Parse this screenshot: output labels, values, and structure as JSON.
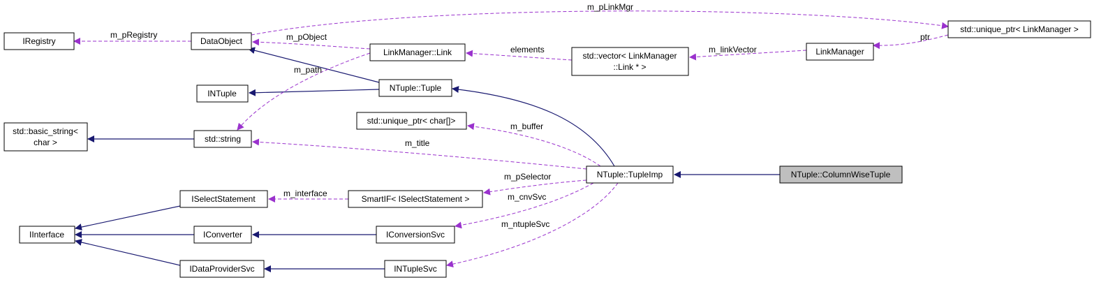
{
  "nodes": {
    "iregistry": "IRegistry",
    "dataobject": "DataObject",
    "linkmanager_link": "LinkManager::Link",
    "vector_link_1": "std::vector< LinkManager",
    "vector_link_2": "::Link * >",
    "linkmanager": "LinkManager",
    "unique_ptr_linkmanager": "std::unique_ptr< LinkManager >",
    "intuple": "INTuple",
    "ntuple_tuple": "NTuple::Tuple",
    "unique_ptr_char": "std::unique_ptr< char[]>",
    "basic_string_1": "std::basic_string<",
    "basic_string_2": "char >",
    "std_string": "std::string",
    "ntuple_tupleimp": "NTuple::TupleImp",
    "ntuple_columnwise": "NTuple::ColumnWiseTuple",
    "iselectstatement": "ISelectStatement",
    "smartif": "SmartIF< ISelectStatement >",
    "iinterface": "IInterface",
    "iconverter": "IConverter",
    "iconversionsvc": "IConversionSvc",
    "idataprovidersvc": "IDataProviderSvc",
    "intuplesvc": "INTupleSvc"
  },
  "edges": {
    "m_plinkmgr": "m_pLinkMgr",
    "m_pregistry": "m_pRegistry",
    "m_pobject": "m_pObject",
    "elements": "elements",
    "m_linkvector": "m_linkVector",
    "ptr": "ptr",
    "m_path": "m_path",
    "m_buffer": "m_buffer",
    "m_title": "m_title",
    "m_pselector": "m_pSelector",
    "m_interface": "m_interface",
    "m_cnvsvc": "m_cnvSvc",
    "m_ntuplesvc": "m_ntupleSvc"
  },
  "colors": {
    "inheritance": "#191970",
    "usage": "#9a32cd",
    "highlight_fill": "#bfbfbf"
  }
}
